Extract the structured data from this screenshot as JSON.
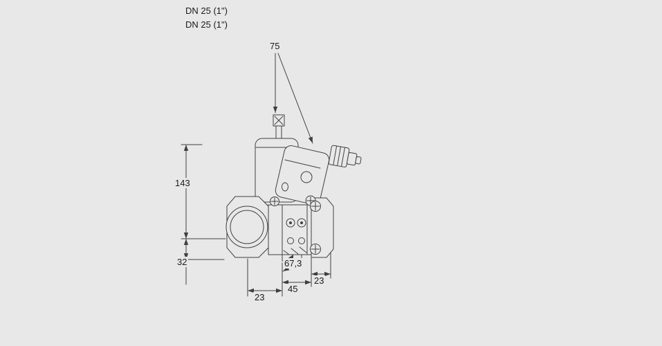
{
  "colors": {
    "background": "#e8e8e8",
    "line": "#404040",
    "text": "#1a1a1a"
  },
  "header": {
    "dn_line1": "DN 25 (1\")",
    "dn_line2": "DN 25 (1\")"
  },
  "dimensions": {
    "top_width": "75",
    "overall_height": "143",
    "lower_height": "32",
    "diagonal_depth": "67,3",
    "bottom_left_width": "23",
    "bottom_center_width": "45",
    "bottom_right_width": "23"
  }
}
